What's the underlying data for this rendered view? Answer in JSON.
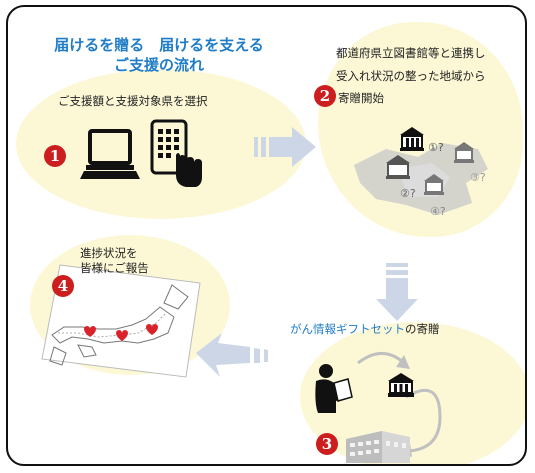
{
  "title": {
    "line1": "届けるを贈る　届けるを支える",
    "line2": "ご支援の流れ"
  },
  "steps": [
    {
      "number": "1",
      "text_lines": [
        "ご支援額と支援対象県を選択"
      ]
    },
    {
      "number": "2",
      "text_lines": [
        "都道府県立図書館等と連携し",
        "受入れ状況の整った地域から",
        "寄贈開始"
      ]
    },
    {
      "number": "3",
      "text_highlight": "がん情報ギフトセット",
      "text_rest": "の寄贈"
    },
    {
      "number": "4",
      "text_lines": [
        "進捗状況を",
        "皆様にご報告"
      ]
    }
  ],
  "map_labels": [
    "①?",
    "②?",
    "③?",
    "④?"
  ],
  "colors": {
    "title_blue": "#1f7dc8",
    "step_red": "#cc1e1e",
    "blob_yellow": "#fcf8d6",
    "arrow_blue": "#cdd6e6",
    "heart_red": "#d8232a"
  },
  "icons": [
    "laptop-icon",
    "tablet-touch-icon",
    "library-icon",
    "reader-icon",
    "building-icon",
    "cycle-arrow-icon",
    "japan-map-icon",
    "heart-icon"
  ]
}
